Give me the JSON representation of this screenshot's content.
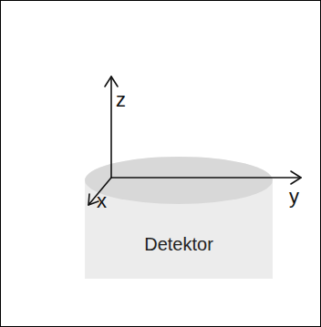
{
  "diagram": {
    "nodes": [
      {
        "text": [
          "Detektor"
        ]
      }
    ],
    "labels": [
      "z",
      "y",
      "x"
    ]
  }
}
